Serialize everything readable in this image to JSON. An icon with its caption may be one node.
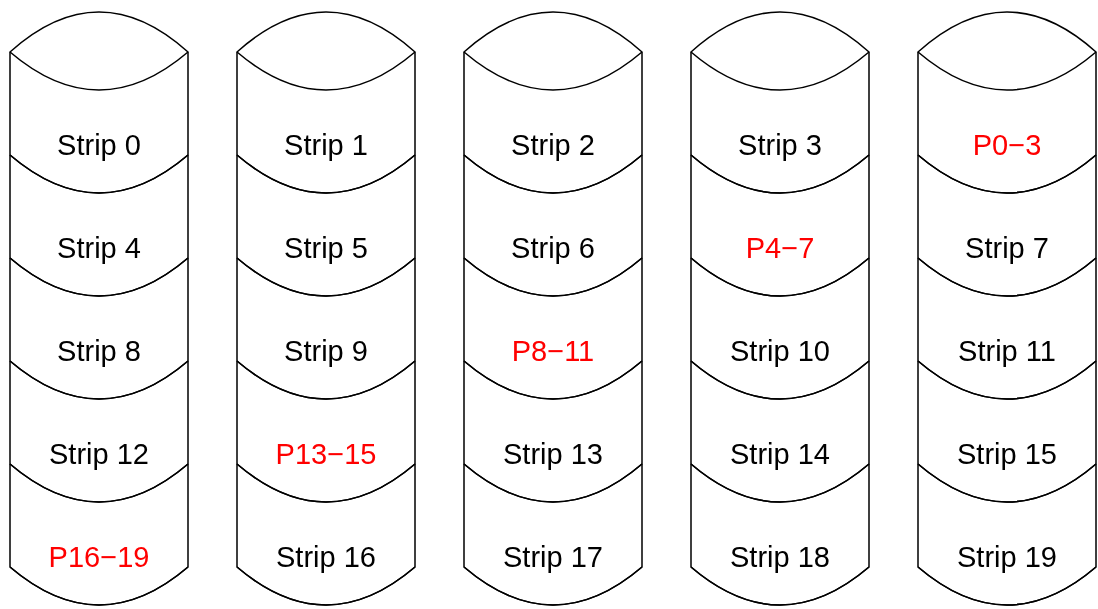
{
  "diagram": {
    "nodes": [
      {
        "text": [],
        "shape": "cylinder"
      },
      {
        "text": [
          "Strip 0"
        ],
        "in": 0
      },
      {
        "text": [
          "Strip 4"
        ],
        "in": 0
      },
      {
        "text": [
          "Strip 8"
        ],
        "in": 0
      },
      {
        "text": [
          "Strip 12"
        ],
        "in": 0
      },
      {
        "text": [
          "P16−19"
        ],
        "in": 0
      },
      {
        "text": [],
        "shape": "cylinder"
      },
      {
        "text": [
          "Strip 1"
        ],
        "in": 6
      },
      {
        "text": [
          "Strip 5"
        ],
        "in": 6
      },
      {
        "text": [
          "Strip 9"
        ],
        "in": 6
      },
      {
        "text": [
          "P13−15"
        ],
        "in": 6
      },
      {
        "text": [
          "Strip 16"
        ],
        "in": 6
      },
      {
        "text": [],
        "shape": "cylinder"
      },
      {
        "text": [
          "Strip 2"
        ],
        "in": 12
      },
      {
        "text": [
          "Strip 6"
        ],
        "in": 12
      },
      {
        "text": [
          "P8−11"
        ],
        "in": 12
      },
      {
        "text": [
          "Strip 13"
        ],
        "in": 12
      },
      {
        "text": [
          "Strip 17"
        ],
        "in": 12
      },
      {
        "text": [],
        "shape": "cylinder"
      },
      {
        "text": [
          "Strip 3"
        ],
        "in": 18
      },
      {
        "text": [
          "P4−7"
        ],
        "in": 18
      },
      {
        "text": [
          "Strip 10"
        ],
        "in": 18
      },
      {
        "text": [
          "Strip 14"
        ],
        "in": 18
      },
      {
        "text": [
          "Strip 18"
        ],
        "in": 18
      },
      {
        "text": [],
        "shape": "cylinder"
      },
      {
        "text": [
          "P0−3"
        ],
        "in": 24
      },
      {
        "text": [
          "Strip 7"
        ],
        "in": 24
      },
      {
        "text": [
          "Strip 11"
        ],
        "in": 24
      },
      {
        "text": [
          "Strip 15"
        ],
        "in": 24
      },
      {
        "text": [
          "Strip 19"
        ],
        "in": 24
      }
    ]
  }
}
